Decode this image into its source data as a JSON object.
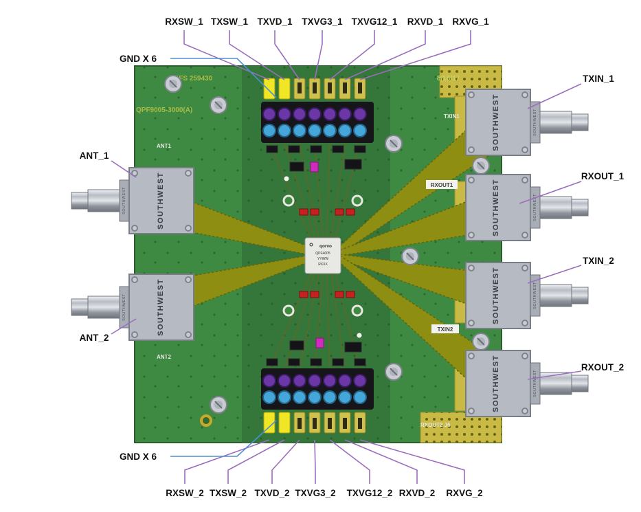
{
  "labels": {
    "top": [
      "RXSW_1",
      "TXSW_1",
      "TXVD_1",
      "TXVG3_1",
      "TXVG12_1",
      "RXVD_1",
      "RXVG_1"
    ],
    "bottom": [
      "RXSW_2",
      "TXSW_2",
      "TXVD_2",
      "TXVG3_2",
      "TXVG12_2",
      "RXVD_2",
      "RXVG_2"
    ],
    "left": [
      "ANT_1",
      "ANT_2"
    ],
    "right": [
      "TXIN_1",
      "RXOUT_1",
      "TXIN_2",
      "RXOUT_2"
    ],
    "gnd_top": "GND X 6",
    "gnd_bottom": "GND X 6"
  },
  "board": {
    "silkscreen": {
      "serial": "S4FS 259430",
      "part_number": "QPF9005-3000(A)",
      "date": "8/16/17",
      "ant1": "ANT1",
      "ant2": "ANT2",
      "txin1": "TXIN1",
      "rxout1": "RXOUT1",
      "txin2": "TXIN2",
      "rxout2": "RXOUT2 J6"
    },
    "chip": {
      "brand": "qorvo",
      "line1": "QPF4005",
      "line2": "YYWW",
      "line3": "RXXX"
    },
    "connector_brand": "SOUTHWEST"
  },
  "colors": {
    "purple": "#9a6ebe",
    "blue": "#4d8fd1",
    "board_green": "#3f8a43",
    "board_green_dark": "#35763a",
    "gold": "#c9b945",
    "gold_bright": "#f0e625",
    "trace": "#8e8e12",
    "connector_gray": "#b6bac2",
    "pin_purple": "#6b36a6",
    "pin_blue": "#45a6d9",
    "label_black": "#111111"
  }
}
